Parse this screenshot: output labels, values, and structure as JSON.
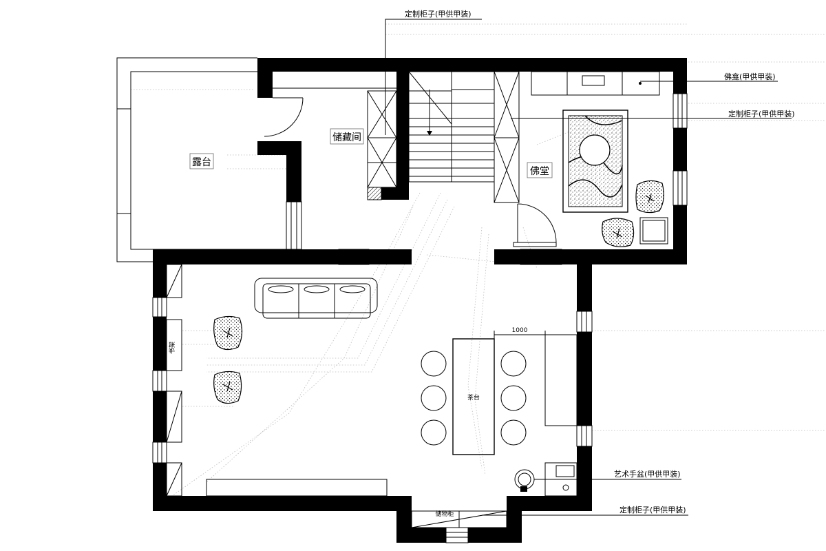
{
  "rooms": {
    "terrace": "露台",
    "storage_room": "储藏间",
    "buddha_hall": "佛堂",
    "tea_table": "茶台",
    "bookshelf": "书架",
    "storage_cabinet": "储物柜"
  },
  "annotations": {
    "custom_cabinet_top": "定制柜子(甲供甲装)",
    "buddha_shrine": "佛龛(甲供甲装)",
    "custom_cabinet_right": "定制柜子(甲供甲装)",
    "art_basin": "艺术手盆(甲供甲装)",
    "custom_cabinet_bottom": "定制柜子(甲供甲装)"
  },
  "dimensions": {
    "seat_offset": "1000"
  }
}
